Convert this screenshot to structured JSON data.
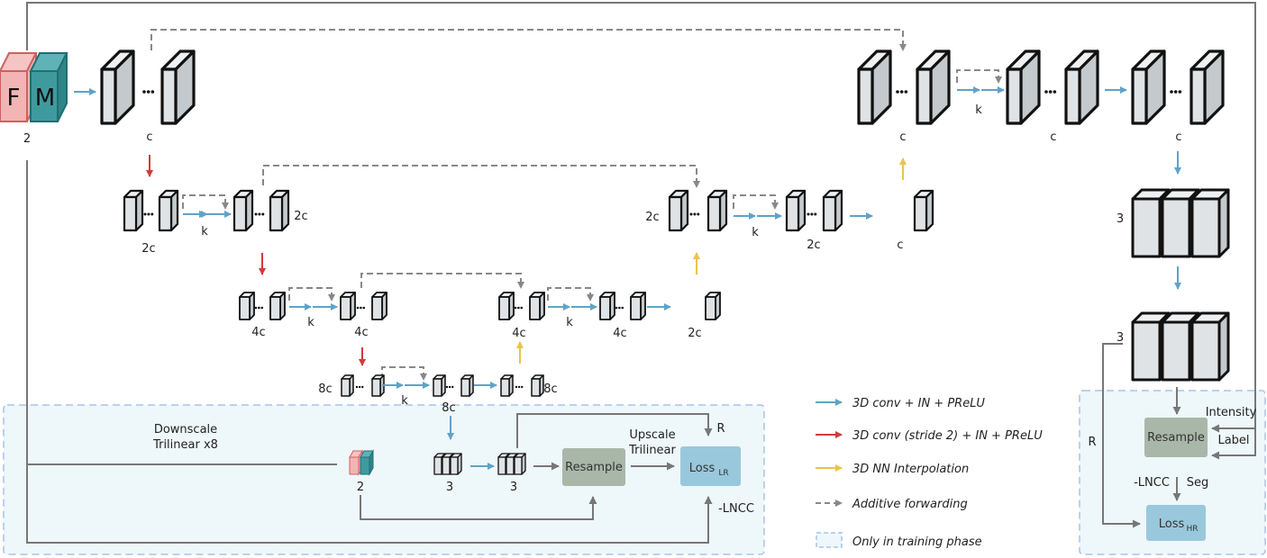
{
  "inputs": {
    "fixed_letter": "F",
    "moving_letter": "M",
    "channels": "2"
  },
  "channel_labels": {
    "c": "c",
    "2c": "2c",
    "4c": "4c",
    "8c": "8c",
    "3": "3",
    "2": "2"
  },
  "repeat_label": "k",
  "lowres": {
    "downscale_label": "Downscale\nTrilinear x8",
    "downscale_line1": "Downscale",
    "downscale_line2": "Trilinear x8",
    "upscale_line1": "Upscale",
    "upscale_line2": "Trilinear",
    "resample": "Resample",
    "loss_main": "Loss",
    "loss_sub": "LR",
    "r_label": "R",
    "lncc_label": "-LNCC"
  },
  "highres": {
    "resample": "Resample",
    "intensity": "Intensity",
    "label": "Label",
    "lncc_label": "-LNCC",
    "seg_label": "Seg",
    "r_label": "R",
    "loss_main": "Loss",
    "loss_sub": "HR"
  },
  "legend": [
    {
      "text": "3D conv + IN + PReLU",
      "color": "#5fa3c6",
      "style": "solid-arrow"
    },
    {
      "text": "3D conv (stride 2) + IN + PReLU",
      "color": "#d13b3b",
      "style": "solid-arrow"
    },
    {
      "text": "3D NN Interpolation",
      "color": "#e9c44b",
      "style": "solid-arrow"
    },
    {
      "text": "Additive forwarding",
      "color": "#888888",
      "style": "dashed-arrow"
    },
    {
      "text": "Only in training phase",
      "color": "#a8c4e8",
      "style": "dashed-box"
    }
  ],
  "colors": {
    "block_face": "#dfe3e5",
    "block_side": "#c3c9cc",
    "fixed": "#f3b4b4",
    "moving": "#3f9a9e",
    "conv": "#5fa3c6",
    "down": "#d13b3b",
    "up": "#e9c44b",
    "skip": "#888888",
    "flow": "#777777",
    "resample_box": "#a9b7a8",
    "loss_box": "#99c8dc",
    "train_region": "#eef7f9",
    "train_border": "#a8c4e8"
  }
}
